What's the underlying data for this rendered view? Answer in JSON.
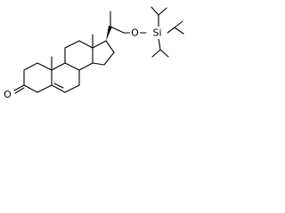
{
  "atoms": {
    "oxygen_ketone": "O",
    "oxygen_ether": "O",
    "silicon": "Si"
  }
}
